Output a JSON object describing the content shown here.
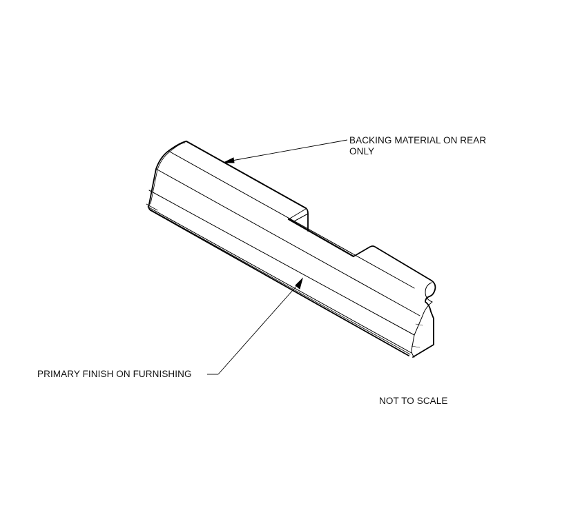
{
  "drawing": {
    "subject": "isometric view of furnishing trim piece",
    "line_color": "#000000",
    "background": "#ffffff"
  },
  "callouts": {
    "backing": {
      "line1": "BACKING MATERIAL ON REAR",
      "line2": "ONLY"
    },
    "primary": {
      "text": "PRIMARY FINISH ON FURNISHING"
    }
  },
  "notes": {
    "scale": "NOT TO SCALE"
  }
}
